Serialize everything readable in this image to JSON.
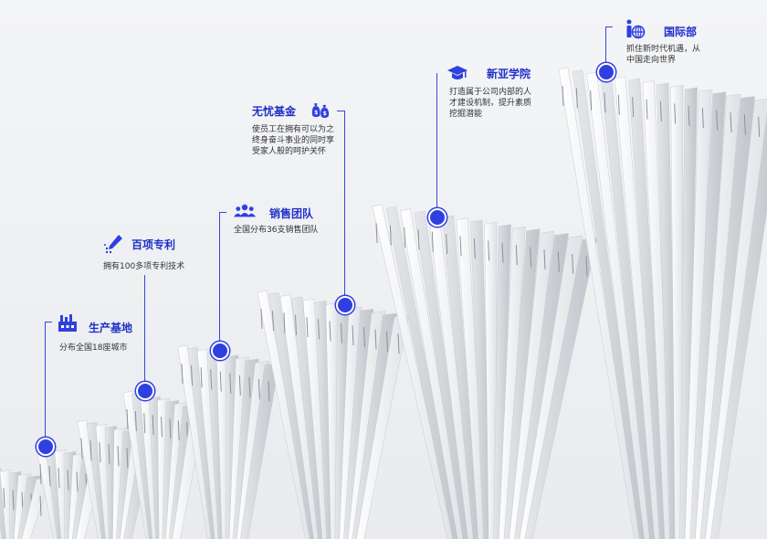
{
  "accent_color": "#2f3fe0",
  "milestones": [
    {
      "title": "生产基地",
      "icon": "factory-icon",
      "desc": [
        "分布全国18座城市"
      ]
    },
    {
      "title": "百项专利",
      "icon": "patent-pen-icon",
      "desc": [
        "拥有100多项专利技术"
      ]
    },
    {
      "title": "销售团队",
      "icon": "team-people-icon",
      "desc": [
        "全国分布36支销售团队"
      ]
    },
    {
      "title": "无忧基金",
      "icon": "money-bags-icon",
      "desc": [
        "使员工在拥有可以为之",
        "终身奋斗事业的同时享",
        "受家人般的呵护关怀"
      ]
    },
    {
      "title": "新亚学院",
      "icon": "graduation-cap-icon",
      "desc": [
        "打造属于公司内部的人",
        "才建设机制，提升素质",
        "挖掘潜能"
      ]
    },
    {
      "title": "国际部",
      "icon": "globe-person-icon",
      "desc": [
        "抓住新时代机遇，从",
        "中国走向世界"
      ]
    }
  ]
}
